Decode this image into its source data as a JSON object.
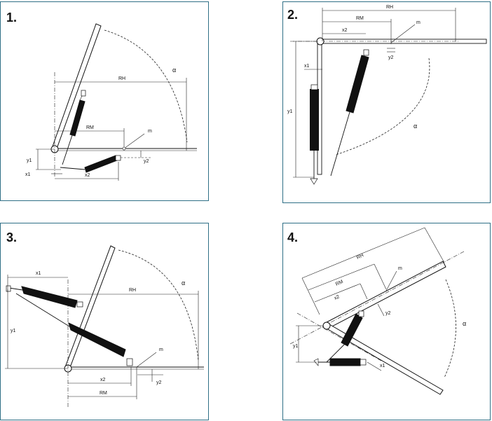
{
  "panels": [
    {
      "number": "1.",
      "labels": {
        "rh": "RH",
        "alpha": "α",
        "rm": "RM",
        "m": "m",
        "y1": "y1",
        "y2": "y2",
        "x1": "x1",
        "x2": "x2"
      }
    },
    {
      "number": "2.",
      "labels": {
        "rh": "RH",
        "alpha": "α",
        "rm": "RM",
        "m": "m",
        "y1": "y1",
        "y2": "y2",
        "x1": "x1",
        "x2": "x2"
      }
    },
    {
      "number": "3.",
      "labels": {
        "rh": "RH",
        "alpha": "α",
        "rm": "RM",
        "m": "m",
        "y1": "y1",
        "y2": "y2",
        "x1": "x1",
        "x2": "x2"
      }
    },
    {
      "number": "4.",
      "labels": {
        "rh": "RH",
        "alpha": "α",
        "rm": "RM",
        "m": "m",
        "y1": "y1",
        "y2": "y2",
        "x1": "x1",
        "x2": "x2"
      }
    }
  ],
  "colors": {
    "border": "#2f6f86",
    "ink": "#111111"
  }
}
